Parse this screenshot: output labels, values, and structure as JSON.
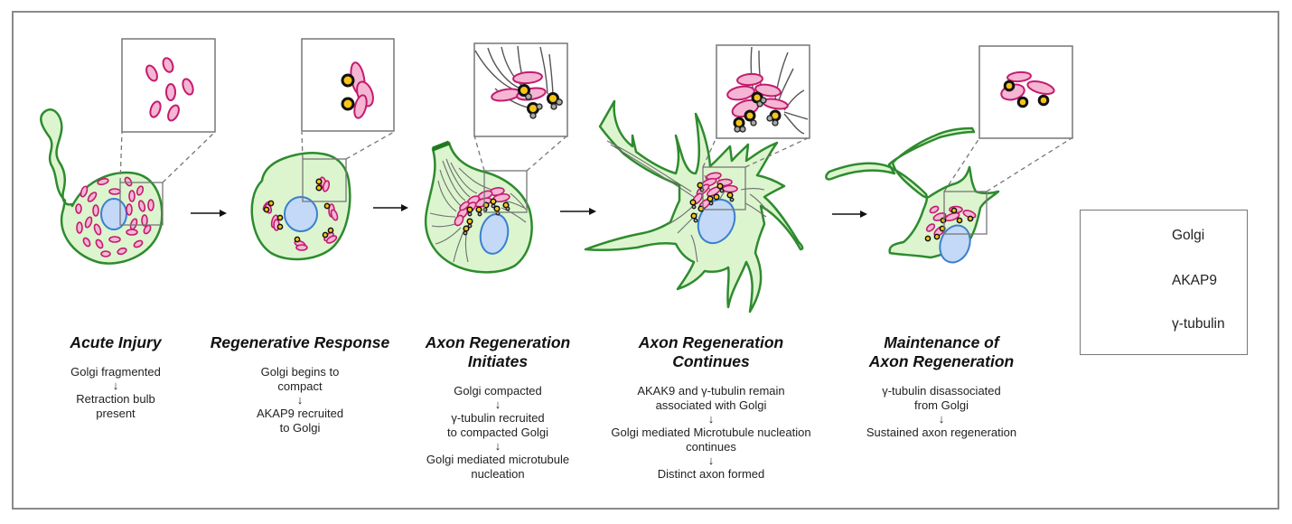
{
  "figure": {
    "stages": [
      {
        "id": "acute-injury",
        "title": [
          "Acute Injury"
        ],
        "steps": [
          [
            "Golgi fragmented"
          ],
          [
            "Retraction bulb",
            "present"
          ]
        ]
      },
      {
        "id": "regenerative-response",
        "title": [
          "Regenerative Response"
        ],
        "steps": [
          [
            "Golgi begins to",
            "compact"
          ],
          [
            "AKAP9 recruited",
            "to Golgi"
          ]
        ]
      },
      {
        "id": "axon-regeneration-initiates",
        "title": [
          "Axon Regeneration",
          "Initiates"
        ],
        "steps": [
          [
            "Golgi compacted"
          ],
          [
            "γ-tubulin recruited",
            "to compacted Golgi"
          ],
          [
            "Golgi mediated microtubule",
            "nucleation"
          ]
        ]
      },
      {
        "id": "axon-regeneration-continues",
        "title": [
          "Axon Regeneration",
          "Continues"
        ],
        "steps": [
          [
            "AKAK9 and γ-tubulin remain",
            "associated with Golgi"
          ],
          [
            "Golgi mediated Microtubule nucleation",
            "continues"
          ],
          [
            "Distinct axon formed"
          ]
        ]
      },
      {
        "id": "maintenance-of-axon-regeneration",
        "title": [
          "Maintenance of",
          "Axon Regeneration"
        ],
        "steps": [
          [
            "γ-tubulin disassociated",
            "from Golgi"
          ],
          [
            "Sustained axon regeneration"
          ]
        ]
      }
    ],
    "step_arrow": "↓",
    "legend": {
      "items": [
        {
          "icon": "golgi-icon",
          "label": "Golgi"
        },
        {
          "icon": "akap9-icon",
          "label": "AKAP9"
        },
        {
          "icon": "gamma-tubulin-icon",
          "label": "γ-tubulin"
        }
      ]
    },
    "colors": {
      "cell_fill": "#dcf5cf",
      "cell_outline": "#2e8b2e",
      "nucleus_fill": "#c3d9f7",
      "nucleus_outline": "#3a7fd0",
      "golgi_fill": "#f4b6d3",
      "golgi_outline": "#c41a6e",
      "akap9_fill": "#f6c518",
      "akap9_outline": "#111111",
      "gamma_tubulin_fill": "#a8a8a8",
      "microtubule": "#6e6e6e",
      "inset_border": "#777777",
      "frame_border": "#8a8a8a"
    }
  }
}
